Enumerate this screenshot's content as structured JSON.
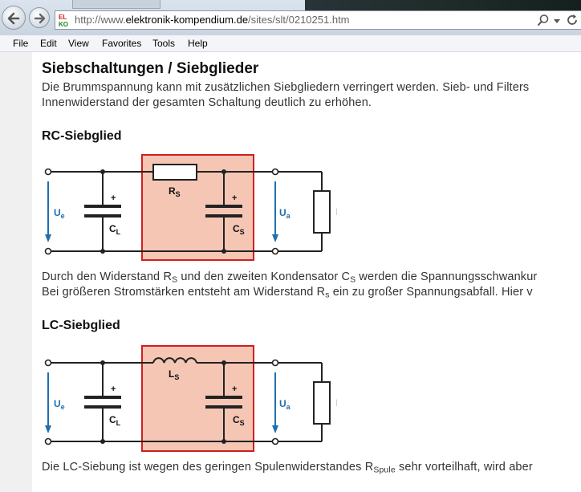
{
  "browser": {
    "url_prefix": "http://www.",
    "url_host": "elektronik-kompendium.de",
    "url_path": "/sites/slt/0210251.htm",
    "logo_top": "EL",
    "logo_bottom": "KO",
    "menu": [
      "File",
      "Edit",
      "View",
      "Favorites",
      "Tools",
      "Help"
    ]
  },
  "page": {
    "title": "Siebschaltungen / Siebglieder",
    "intro_line1": "Die Brummspannung kann mit zusätzlichen Siebgliedern verringert werden. Sieb- und Filters",
    "intro_line2": "Innenwiderstand der gesamten Schaltung deutlich zu erhöhen.",
    "rc_heading": "RC-Siebglied",
    "rc_text1_a": "Durch den Widerstand R",
    "rc_text1_b": "S",
    "rc_text1_c": " und den zweiten Kondensator C",
    "rc_text1_d": "S",
    "rc_text1_e": " werden die Spannungsschwankur",
    "rc_text2_a": "Bei größeren Stromstärken entsteht am Widerstand R",
    "rc_text2_b": "s",
    "rc_text2_c": " ein zu großer Spannungsabfall. Hier v",
    "lc_heading": "LC-Siebglied",
    "lc_text_a": "Die LC-Siebung ist wegen des geringen Spulenwiderstandes R",
    "lc_text_b": "Spule",
    "lc_text_c": " sehr vorteilhaft, wird aber"
  },
  "circuits": {
    "ue": "U",
    "ue_sub": "e",
    "ua": "U",
    "ua_sub": "a",
    "cl": "C",
    "cl_sub": "L",
    "cs": "C",
    "cs_sub": "S",
    "rl": "R",
    "rl_sub": "L",
    "rs": "R",
    "rs_sub": "S",
    "ls": "L",
    "ls_sub": "S",
    "plus": "+"
  },
  "colors": {
    "filter_box_fill": "#f6c6b4",
    "filter_box_stroke": "#d01f1f",
    "arrow": "#1f6fb0"
  }
}
